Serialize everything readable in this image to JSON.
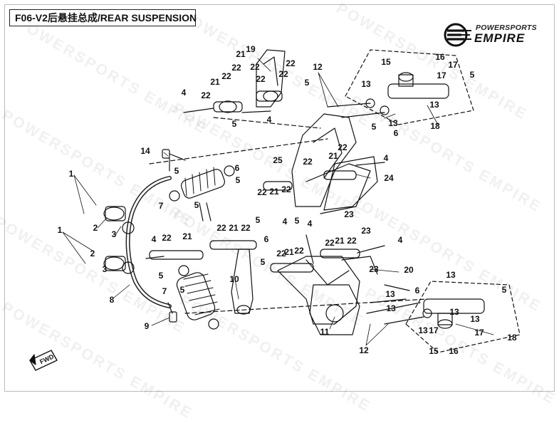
{
  "title": "F06-V2后悬挂总成/REAR SUSPENSION",
  "logo": {
    "line1": "POWERSPORTS",
    "line2": "EMPIRE"
  },
  "watermark": "POWERSPORTS EMPIRE",
  "fwd_label": "FWD",
  "callouts": [
    "1",
    "1",
    "2",
    "2",
    "3",
    "3",
    "4",
    "4",
    "4",
    "4",
    "4",
    "4",
    "4",
    "5",
    "5",
    "5",
    "5",
    "5",
    "5",
    "5",
    "5",
    "5",
    "5",
    "5",
    "5",
    "5",
    "6",
    "6",
    "6",
    "6",
    "7",
    "7",
    "8",
    "9",
    "10",
    "11",
    "12",
    "12",
    "13",
    "13",
    "13",
    "13",
    "13",
    "13",
    "13",
    "13",
    "13",
    "14",
    "15",
    "15",
    "16",
    "16",
    "17",
    "17",
    "17",
    "17",
    "18",
    "18",
    "19",
    "20",
    "21",
    "21",
    "21",
    "21",
    "21",
    "21",
    "21",
    "21",
    "22",
    "22",
    "22",
    "22",
    "22",
    "22",
    "22",
    "22",
    "22",
    "22",
    "22",
    "22",
    "22",
    "22",
    "22",
    "22",
    "22",
    "22",
    "23",
    "23",
    "23",
    "24",
    "25"
  ],
  "colors": {
    "ink": "#111111",
    "watermark": "#000000",
    "frame": "#bbbbbb"
  }
}
